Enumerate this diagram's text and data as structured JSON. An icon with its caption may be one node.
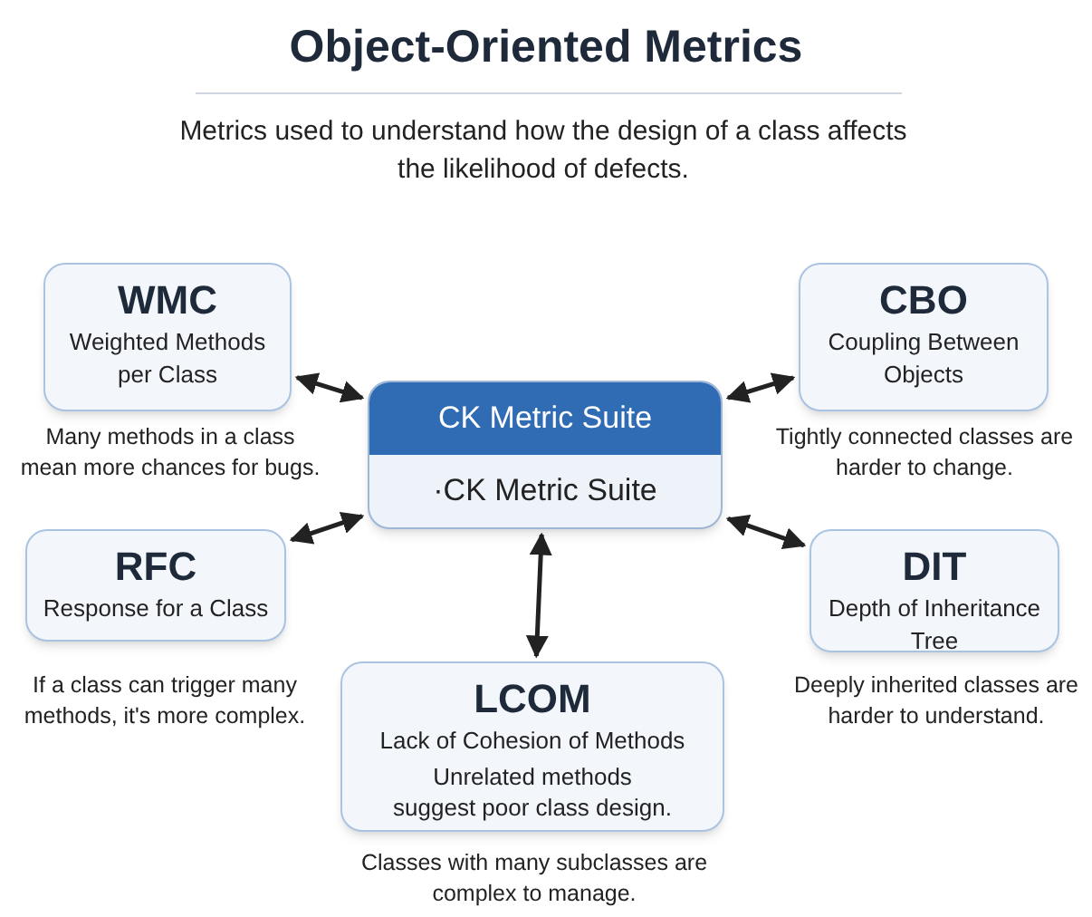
{
  "diagram": {
    "title": "Object-Oriented Metrics",
    "nodes": [
      {
        "text": [
          "CK Metric Suite",
          "·CK Metric Suite"
        ]
      },
      {
        "text": [
          "WMC",
          "Weighted Methods per Class"
        ],
        "beside": [
          "Many methods in a class mean more chances for bugs."
        ]
      },
      {
        "text": [
          "CBO",
          "Coupling Between Objects"
        ],
        "beside": [
          "Tightly connected classes are harder to change."
        ]
      },
      {
        "text": [
          "RFC",
          "Response for a Class"
        ],
        "beside": [
          "If a class can trigger many methods, it's more complex."
        ]
      },
      {
        "text": [
          "DIT",
          "Depth of Inheritance Tree"
        ],
        "beside": [
          "Deeply inherited classes are harder to understand."
        ]
      },
      {
        "text": [
          "LCOM",
          "Lack of Cohesion of Methods",
          "Unrelated methods suggest poor class design."
        ],
        "beside": [
          "Classes with many subclasses are complex to manage."
        ]
      }
    ],
    "edges": [
      {
        "from": 0,
        "to": 1,
        "arrow": "both"
      },
      {
        "from": 0,
        "to": 2,
        "arrow": "both"
      },
      {
        "from": 0,
        "to": 3,
        "arrow": "both"
      },
      {
        "from": 0,
        "to": 4,
        "arrow": "both"
      },
      {
        "from": 0,
        "to": 5,
        "arrow": "both"
      }
    ],
    "labels": [
      "Metrics used to understand how the design of a class affects the likelihood of defects."
    ]
  }
}
